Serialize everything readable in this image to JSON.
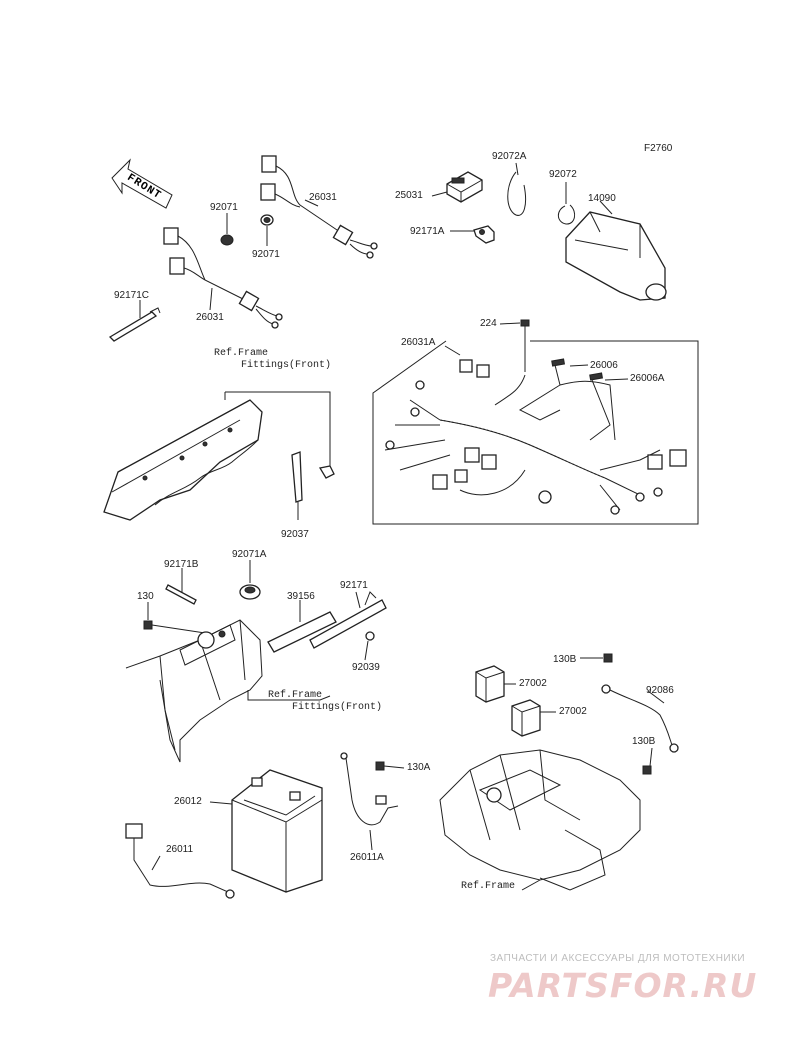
{
  "diagram_code": "F2760",
  "front_label": "FRONT",
  "callouts": {
    "p92072A": "92072A",
    "p92072": "92072",
    "p25031": "25031",
    "p14090": "14090",
    "p92171A": "92171A",
    "p92071_a": "92071",
    "p92071_b": "92071",
    "p26031_a": "26031",
    "p26031_b": "26031",
    "p92171C": "92171C",
    "p224": "224",
    "p26031A": "26031A",
    "p26006": "26006",
    "p26006A": "26006A",
    "p92037": "92037",
    "p92171B": "92171B",
    "p92071A": "92071A",
    "p130": "130",
    "p39156": "39156",
    "p92171": "92171",
    "p92039": "92039",
    "p27002_a": "27002",
    "p27002_b": "27002",
    "p130B_a": "130B",
    "p130B_b": "130B",
    "p92086": "92086",
    "p26012": "26012",
    "p130A": "130A",
    "p26011": "26011",
    "p26011A": "26011A"
  },
  "reference_notes": {
    "ref1_line1": "Ref.Frame",
    "ref1_line2": "Fittings(Front)",
    "ref2_line1": "Ref.Frame",
    "ref2_line2": "Fittings(Front)",
    "ref3": "Ref.Frame"
  },
  "watermark": {
    "tagline": "ЗАПЧАСТИ И АКСЕССУАРЫ ДЛЯ МОТОТЕХНИКИ",
    "brand": "PARTSFOR.RU"
  }
}
